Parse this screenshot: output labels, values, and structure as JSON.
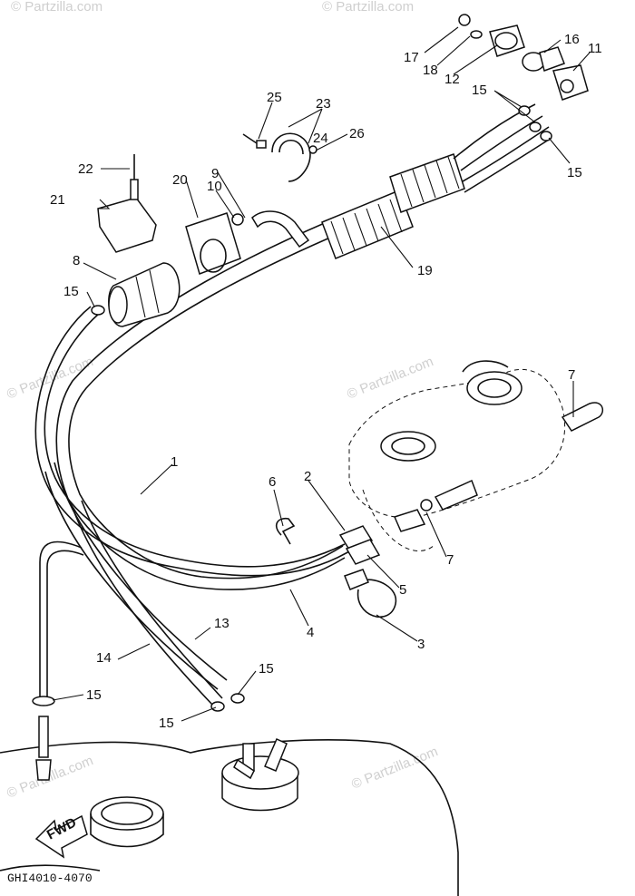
{
  "diagram": {
    "code": "GHI4010-4070",
    "watermarks": [
      "© Partzilla.com",
      "© Partzilla.com",
      "© Partzilla.com",
      "© Partzilla.com",
      "© Partzilla.com",
      "© Partzilla.com"
    ],
    "fwd_label": "FWD",
    "callouts": [
      "1",
      "2",
      "3",
      "4",
      "5",
      "6",
      "7",
      "7",
      "8",
      "9",
      "10",
      "11",
      "12",
      "13",
      "14",
      "15",
      "15",
      "15",
      "15",
      "15",
      "15",
      "16",
      "17",
      "18",
      "19",
      "20",
      "21",
      "22",
      "23",
      "24",
      "25",
      "26"
    ]
  }
}
